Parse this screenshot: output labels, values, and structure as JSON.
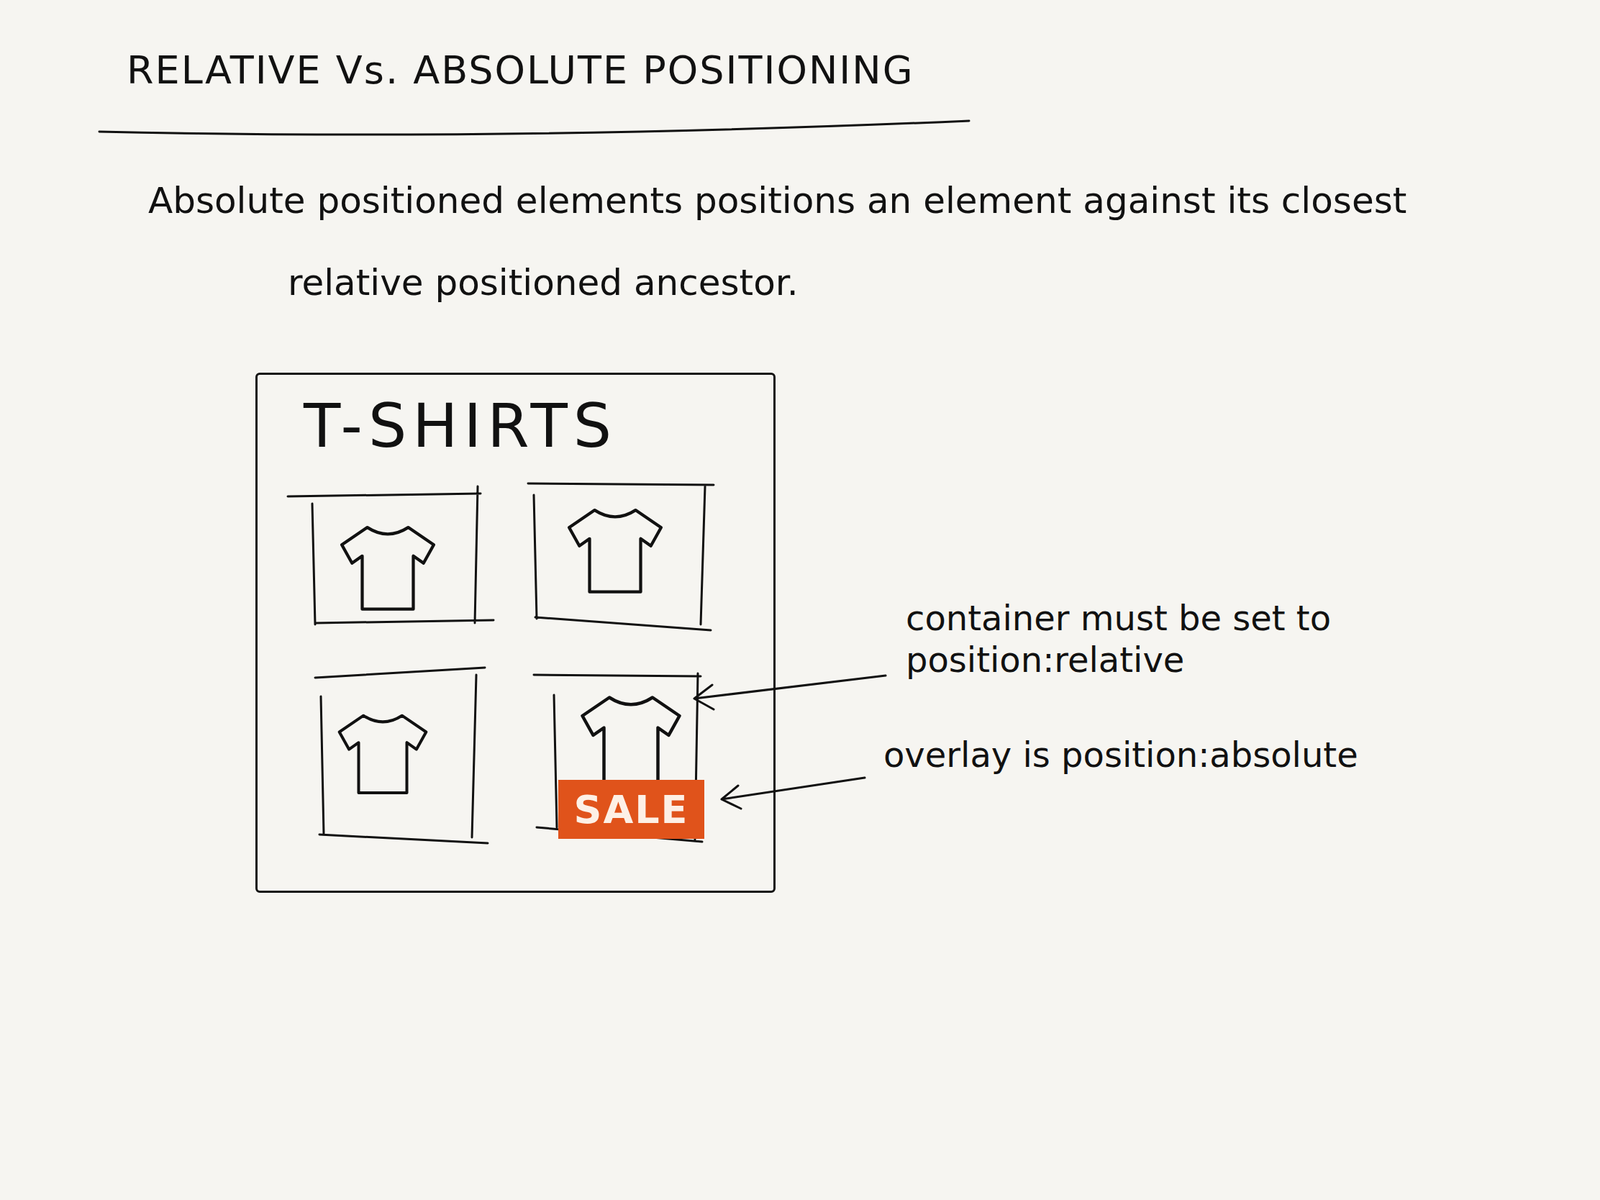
{
  "diagram": {
    "title": "RELATIVE Vs. ABSOLUTE POSITIONING",
    "nodes": [
      {
        "text": [
          "T-SHIRTS"
        ]
      },
      {
        "text": [
          "SALE"
        ],
        "in": 0
      }
    ],
    "labels": [
      "Absolute positioned elements positions an element against its closest relative positioned ancestor.",
      "container must be set to position:relative",
      "overlay is position:absolute"
    ]
  }
}
